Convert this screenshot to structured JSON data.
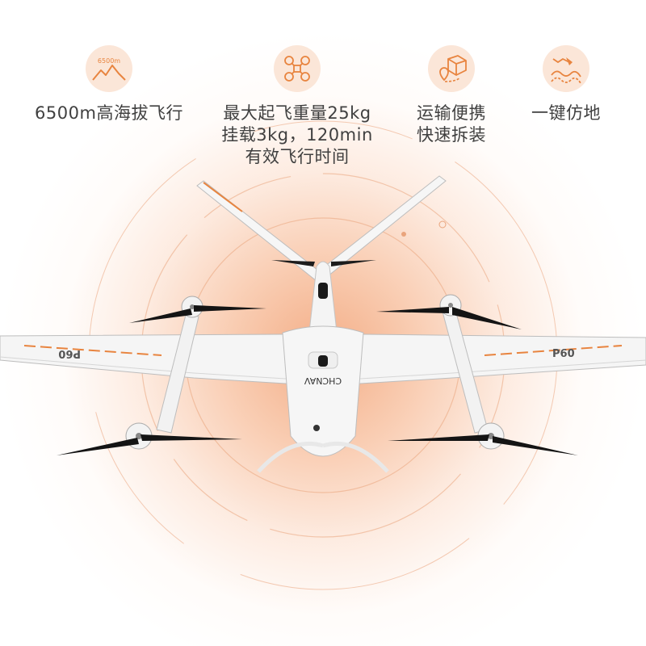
{
  "features": [
    {
      "icon": "mountain-altitude-icon",
      "icon_label": "6500m",
      "lines": [
        "6500m高海拔飞行"
      ]
    },
    {
      "icon": "drone-payload-icon",
      "lines": [
        "最大起飞重量25kg",
        "挂载3kg，120min",
        "有效飞行时间"
      ]
    },
    {
      "icon": "transport-box-icon",
      "lines": [
        "运输便携",
        "快速拆装"
      ]
    },
    {
      "icon": "terrain-follow-icon",
      "lines": [
        "一键仿地"
      ]
    }
  ],
  "drone": {
    "wing_mark": "P60",
    "brand": "CHCNAV"
  },
  "colors": {
    "accent": "#e8843f",
    "text": "#404040",
    "glow": "#f29a66",
    "body": "#f4f4f4",
    "propeller": "#141414"
  }
}
